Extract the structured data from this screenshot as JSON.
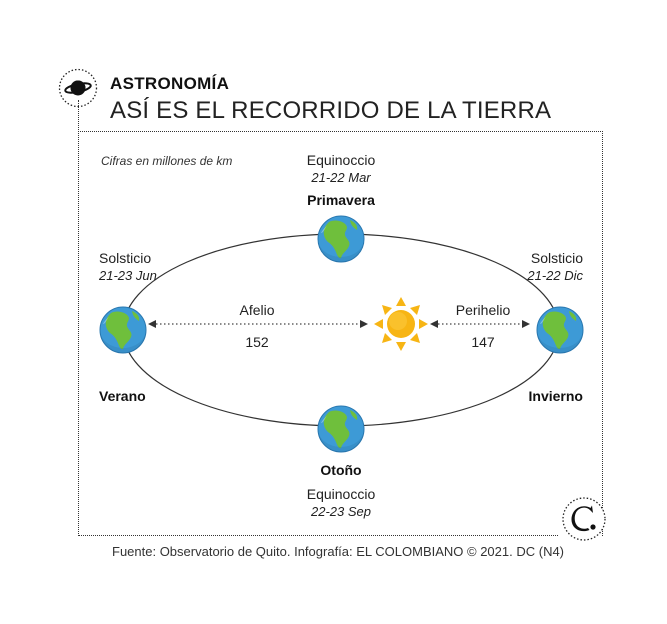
{
  "header": {
    "section_label": "ASTRONOMÍA",
    "title": "ASÍ ES EL RECORRIDO DE LA TIERRA"
  },
  "units_note": "Cifras en millones de km",
  "positions": {
    "spring": {
      "event": "Equinoccio",
      "date": "21-22 Mar",
      "season": "Primavera"
    },
    "summer": {
      "event": "Solsticio",
      "date": "21-23 Jun",
      "season": "Verano"
    },
    "winter": {
      "event": "Solsticio",
      "date": "21-22 Dic",
      "season": "Invierno"
    },
    "autumn": {
      "event": "Equinoccio",
      "date": "22-23 Sep",
      "season": "Otoño"
    }
  },
  "distances": {
    "aphelion": {
      "label": "Afelio",
      "value": "152"
    },
    "perihelion": {
      "label": "Perihelio",
      "value": "147"
    }
  },
  "colors": {
    "earth_ocean": "#3d9ad6",
    "earth_land": "#6fbf3c",
    "sun": "#f7b514",
    "ink": "#222222"
  },
  "icons": {
    "section": "planet-icon",
    "brand": "el-colombiano-logo"
  },
  "footer": "Fuente: Observatorio de Quito. Infografía: EL COLOMBIANO © 2021. DC (N4)"
}
